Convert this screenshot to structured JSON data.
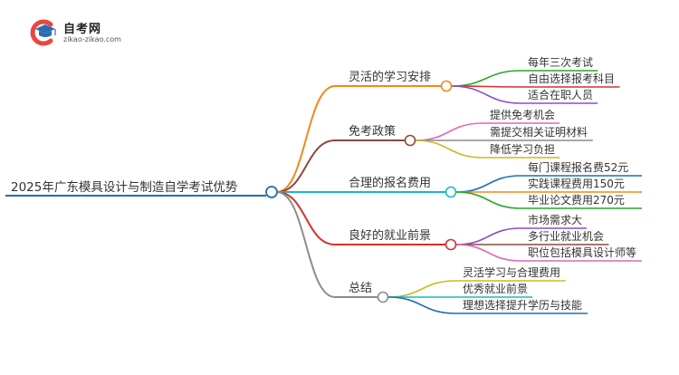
{
  "site": {
    "name": "自考网",
    "url": "zikao-zikao.com",
    "logo_icon": "graduation-cap-c-logo"
  },
  "mindmap": {
    "root": {
      "label": "2025年广东模具设计与制造自学考试优势",
      "color": "#1f6fb2"
    },
    "branches": [
      {
        "label": "灵活的学习安排",
        "color": "#f0891b",
        "children": [
          {
            "label": "每年三次考试",
            "color": "#2aa62a"
          },
          {
            "label": "自由选择报考科目",
            "color": "#d4322c"
          },
          {
            "label": "适合在职人员",
            "color": "#8a4fc7"
          }
        ]
      },
      {
        "label": "免考政策",
        "color": "#8b4a3c",
        "children": [
          {
            "label": "提供免考机会",
            "color": "#e067b8"
          },
          {
            "label": "需提交相关证明材料",
            "color": "#8c8c8c"
          },
          {
            "label": "降低学习负担",
            "color": "#c8bb1f"
          }
        ]
      },
      {
        "label": "合理的报名费用",
        "color": "#16b8cf",
        "children": [
          {
            "label": "每门课程报名费52元",
            "color": "#1f6fb2"
          },
          {
            "label": "实践课程费用150元",
            "color": "#f0891b"
          },
          {
            "label": "毕业论文费用270元",
            "color": "#2aa62a"
          }
        ]
      },
      {
        "label": "良好的就业前景",
        "color": "#d4322c",
        "children": [
          {
            "label": "市场需求大",
            "color": "#8a4fc7"
          },
          {
            "label": "多行业就业机会",
            "color": "#8b4a3c"
          },
          {
            "label": "职位包括模具设计师等",
            "color": "#e067b8"
          }
        ]
      },
      {
        "label": "总结",
        "color": "#8c8c8c",
        "children": [
          {
            "label": "灵活学习与合理费用",
            "color": "#c8bb1f"
          },
          {
            "label": "优秀就业前景",
            "color": "#16b8cf"
          },
          {
            "label": "理想选择提升学历与技能",
            "color": "#1f6fb2"
          }
        ]
      }
    ]
  }
}
